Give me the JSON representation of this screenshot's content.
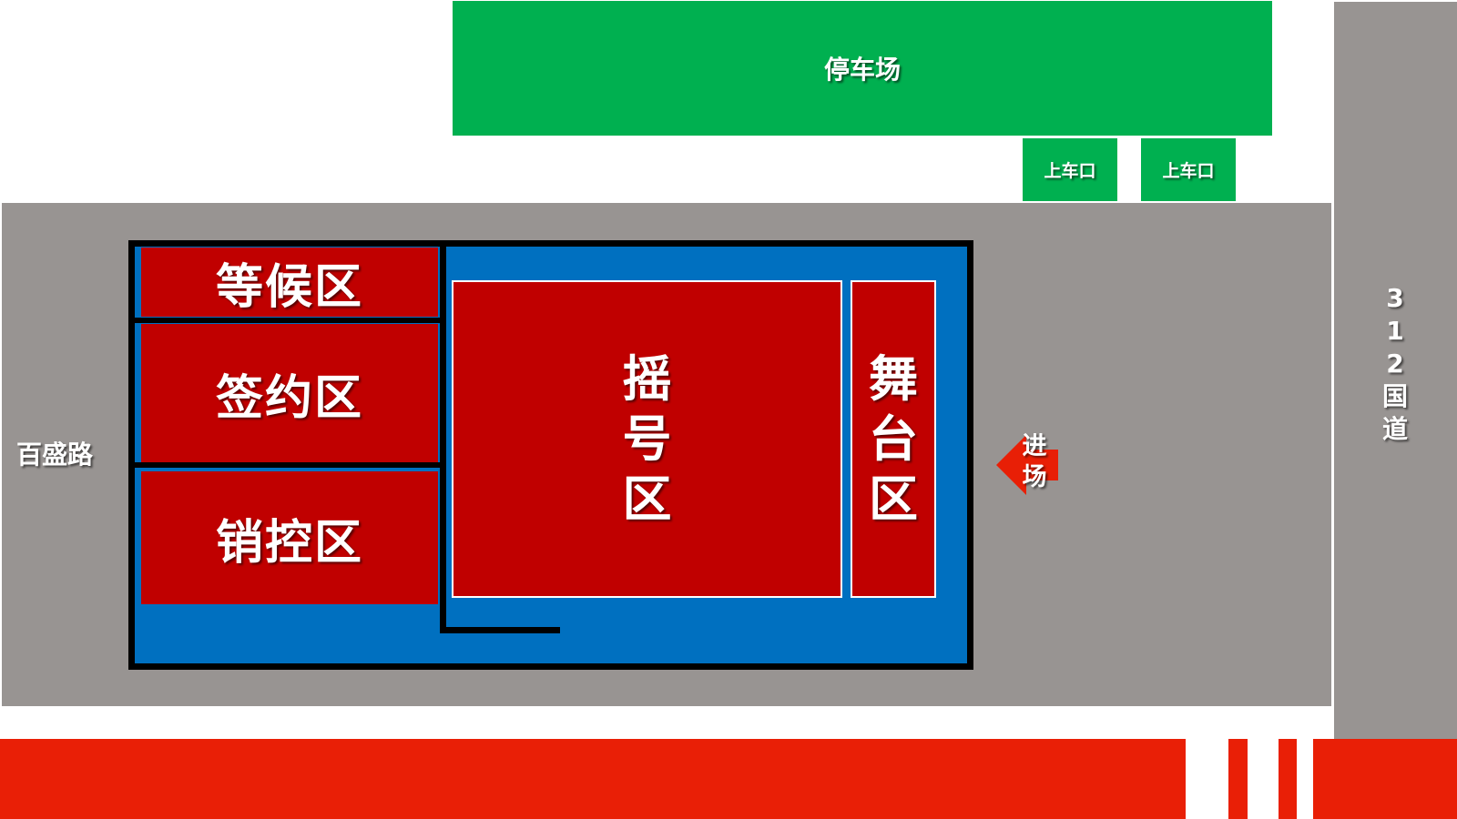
{
  "parking": {
    "label": "停车场"
  },
  "boarding_points": [
    {
      "label": "上车口"
    },
    {
      "label": "上车口"
    }
  ],
  "roads": {
    "baisheng": {
      "label": "百盛路"
    },
    "national_312": {
      "label": "3\n1\n2\n国\n道"
    }
  },
  "venue": {
    "zones": {
      "waiting": "等候区",
      "signing": "签约区",
      "sales_control": "销控区",
      "lottery": "摇\n号\n区",
      "stage": "舞\n台\n区"
    }
  },
  "entrance": {
    "label": "进\n场"
  },
  "colors": {
    "parking": "#00b050",
    "road": "#989492",
    "venue_floor": "#0070c0",
    "zone": "#c00000",
    "arrow": "#e81f06",
    "bottom_band": "#e91f06"
  }
}
